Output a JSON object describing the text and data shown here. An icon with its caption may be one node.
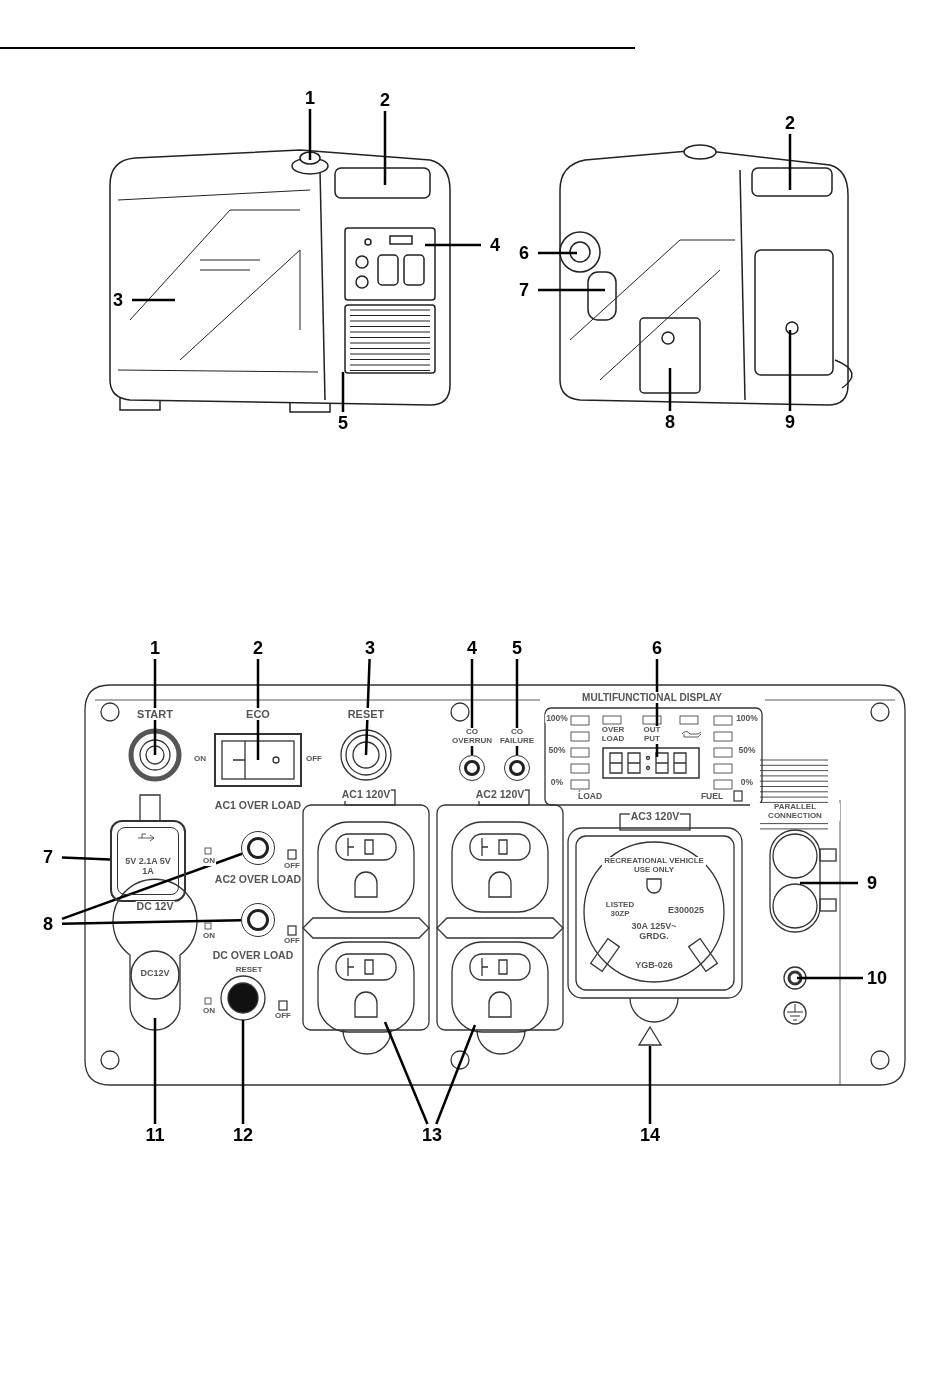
{
  "diagram": {
    "nodes": [
      {
        "text": [
          "1"
        ]
      },
      {
        "text": [
          "2"
        ]
      },
      {
        "text": [
          "2"
        ]
      },
      {
        "text": [
          "3"
        ]
      },
      {
        "text": [
          "4"
        ]
      },
      {
        "text": [
          "6"
        ]
      },
      {
        "text": [
          "7"
        ]
      },
      {
        "text": [
          "5"
        ]
      },
      {
        "text": [
          "8"
        ]
      },
      {
        "text": [
          "9"
        ]
      },
      {
        "text": [
          "1"
        ]
      },
      {
        "text": [
          "2"
        ]
      },
      {
        "text": [
          "3"
        ]
      },
      {
        "text": [
          "4"
        ]
      },
      {
        "text": [
          "5"
        ]
      },
      {
        "text": [
          "6"
        ]
      },
      {
        "text": [
          "7"
        ]
      },
      {
        "text": [
          "8"
        ]
      },
      {
        "text": [
          "9"
        ]
      },
      {
        "text": [
          "10"
        ]
      },
      {
        "text": [
          "11"
        ]
      },
      {
        "text": [
          "12"
        ]
      },
      {
        "text": [
          "13"
        ]
      },
      {
        "text": [
          "14"
        ]
      },
      {
        "text": [],
        "shape": "circle"
      },
      {
        "text": [],
        "shape": "circle"
      },
      {
        "text": [
          "5V 2.1A 5V 1A"
        ]
      },
      {
        "text": [],
        "shape": "circle"
      },
      {
        "text": [],
        "shape": "circle"
      },
      {
        "text": [],
        "shape": "triangle"
      }
    ],
    "edges": [
      {
        "from": 0,
        "to": null,
        "arrow": "none"
      },
      {
        "from": 1,
        "to": null,
        "arrow": "none"
      },
      {
        "from": 2,
        "to": null,
        "arrow": "none"
      },
      {
        "from": 3,
        "to": null,
        "arrow": "none"
      },
      {
        "from": 4,
        "to": null,
        "arrow": "none"
      },
      {
        "from": 5,
        "to": null,
        "arrow": "none"
      },
      {
        "from": 6,
        "to": null,
        "arrow": "none"
      },
      {
        "from": 7,
        "to": null,
        "arrow": "none"
      },
      {
        "from": 8,
        "to": null,
        "arrow": "none"
      },
      {
        "from": 9,
        "to": null,
        "arrow": "none"
      },
      {
        "from": 10,
        "to": null,
        "arrow": "none"
      },
      {
        "from": 11,
        "to": null,
        "arrow": "none"
      },
      {
        "from": 12,
        "to": null,
        "arrow": "none"
      },
      {
        "from": 13,
        "to": 24,
        "arrow": "none"
      },
      {
        "from": 14,
        "to": 25,
        "arrow": "none"
      },
      {
        "from": 15,
        "to": null,
        "arrow": "none"
      },
      {
        "from": 16,
        "to": 26,
        "arrow": "none"
      },
      {
        "from": 17,
        "to": 27,
        "arrow": "none"
      },
      {
        "from": 17,
        "to": 28,
        "arrow": "none"
      },
      {
        "from": 18,
        "to": null,
        "arrow": "none"
      },
      {
        "from": 19,
        "to": null,
        "arrow": "none"
      },
      {
        "from": 20,
        "to": null,
        "arrow": "none"
      },
      {
        "from": 21,
        "to": null,
        "arrow": "none"
      },
      {
        "from": 22,
        "to": null,
        "arrow": "none"
      },
      {
        "from": 22,
        "to": null,
        "arrow": "none"
      },
      {
        "from": 23,
        "to": 29,
        "arrow": "none"
      }
    ],
    "labels": [
      "START",
      "ECO",
      "RESET",
      "CO OVERRUN",
      "CO FAILURE",
      "MULTIFUNCTIONAL DISPLAY",
      "ON",
      "OFF",
      "100%",
      "OVER LOAD",
      "OUT PUT",
      "100%",
      "50%",
      "50%",
      "0%",
      "0%",
      "LOAD",
      "FUEL",
      "AC1 OVER LOAD",
      "AC1 120V",
      "AC2 120V",
      "PARALLEL CONNECTION",
      "AC3 120V",
      "ON",
      "OFF",
      "AC2 OVER LOAD",
      "DC 12V",
      "ON",
      "OFF",
      "DC OVER LOAD",
      "DC12V",
      "RESET",
      "ON",
      "OFF",
      "RECREATIONAL VEHICLE USE ONLY",
      "LISTED 30ZP",
      "E300025",
      "30A 125V~ GRDG.",
      "YGB-026"
    ]
  }
}
